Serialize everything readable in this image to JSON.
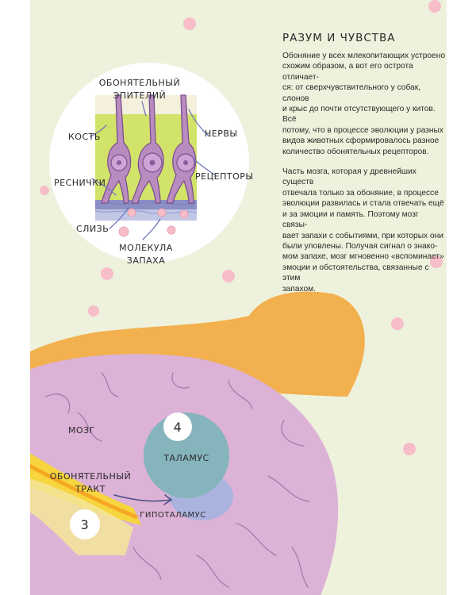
{
  "text": {
    "title": "РАЗУМ И ЧУВСТВА",
    "paragraphs": [
      "Обоняние у всех млекопитающих устроено\nсхожим образом, а вот его острота отличает-\nся: от сверхчувствительного у собак, слонов\nи крыс до почти отсутствующего у китов. Всё\nпотому, что в процессе эволюции у разных\nвидов животных сформировалось разное\nколичество обонятельных рецепторов.",
      "Часть мозга, которая у древнейших существ\nотвечала только за обоняние, в процессе\nэволюции развилась и стала отвечать ещё\nи за эмоции и память. Поэтому мозг связы-\nвает запахи с событиями, при которых они\nбыли уловлены. Получая сигнал о знако-\nмом запахе, мозг мгновенно «вспоминает»\nэмоции и обстоятельства, связанные с этим\nзапахом."
    ]
  },
  "epithelium": {
    "title_line1": "ОБОНЯТЕЛЬНЫЙ",
    "title_line2": "ЭПИТЕЛИЙ",
    "bone": "КОСТЬ",
    "nerves": "НЕРВЫ",
    "cilia": "РЕСНИЧКИ",
    "receptors": "РЕЦЕПТОРЫ",
    "mucus": "СЛИЗЬ",
    "molecule_line1": "МОЛЕКУЛА",
    "molecule_line2": "ЗАПАХА"
  },
  "brain": {
    "brain": "МОЗГ",
    "thalamus": "ТАЛАМУС",
    "hypothalamus": "ГИПОТАЛАМУС",
    "tract_line1": "ОБОНЯТЕЛЬНЫЙ",
    "tract_line2": "ТРАКТ",
    "step3": "3",
    "step4": "4"
  },
  "colors": {
    "background": "#eef1dc",
    "head": "#f2b04e",
    "brain": "#dcb2d6",
    "thalamus": "#86b4bc",
    "hypothalamus": "#aab3de",
    "neuron": "#b98cc0",
    "epithelium": "#d2e36a",
    "dot": "#f7bdc9"
  }
}
